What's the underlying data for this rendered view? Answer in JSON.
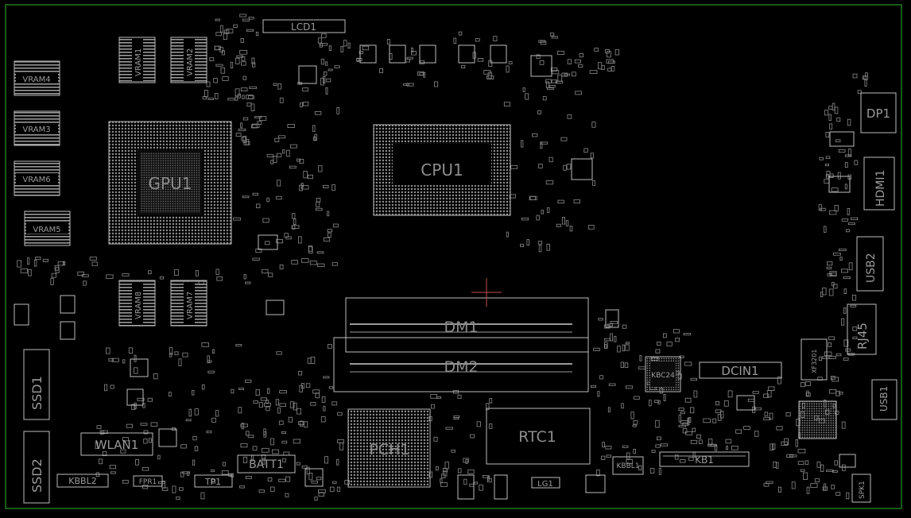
{
  "colors": {
    "background": "#000000",
    "board_outline": "#1c7a1c",
    "part_outline": "#bdbdbd",
    "label": "#9a9a9a",
    "marker": "#c0504d"
  },
  "labels": {
    "lcd1": "LCD1",
    "vram1": "VRAM1",
    "vram2": "VRAM2",
    "vram3": "VRAM3",
    "vram4": "VRAM4",
    "vram5": "VRAM5",
    "vram6": "VRAM6",
    "vram7": "VRAM7",
    "vram8": "VRAM8",
    "gpu1": "GPU1",
    "cpu1": "CPU1",
    "dm1": "DM1",
    "dm2": "DM2",
    "pch1": "PCH1",
    "rtc1": "RTC1",
    "ssd1": "SSD1",
    "ssd2": "SSD2",
    "wlan1": "WLAN1",
    "batt1": "BATT1",
    "kbbl1": "KBBL1",
    "kbbl2": "KBBL2",
    "fpr1": "FPR1",
    "tp1": "TP1",
    "lg1": "LG1",
    "kb1": "KB1",
    "kbc24": "KBC24",
    "dcin1": "DCIN1",
    "dp1": "DP1",
    "hdmi1": "HDMI1",
    "usb1": "USB1",
    "usb2": "USB2",
    "rj45": "RJ45",
    "spk1": "SPK1",
    "xf3201": "XF3201"
  }
}
